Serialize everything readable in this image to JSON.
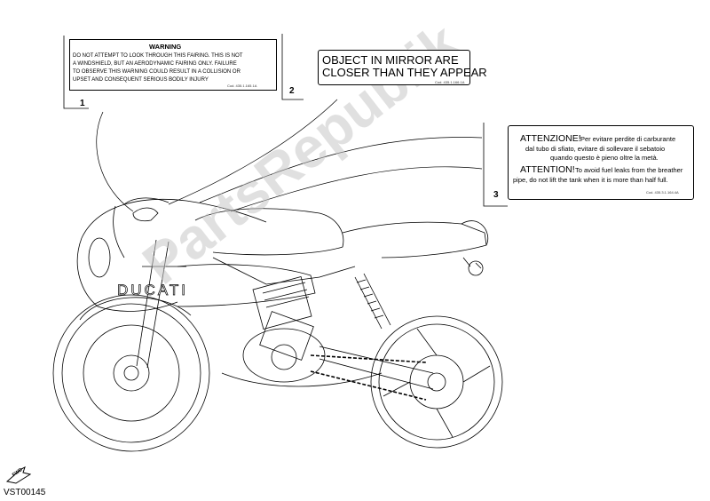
{
  "labels": [
    {
      "number": "1",
      "title": "WARNING",
      "lines": [
        "DO NOT ATTEMPT TO LOOK THROUGH THIS FAIRING. THIS IS NOT",
        "A WINDSHIELD, BUT AN AERODYNAMIC FAIRING ONLY. FAILURE",
        "TO OBSERVE THIS WARNING COULD RESULT IN A COLLISION OR",
        "UPSET AND CONSEQUENT SERIOUS BODILY INJURY"
      ],
      "code": "Cod. 435.1.165.1A"
    },
    {
      "number": "2",
      "lines": [
        "OBJECT IN MIRROR ARE",
        "CLOSER THAN THEY APPEAR"
      ],
      "code": "Cod. 435.1.166.1A"
    },
    {
      "number": "3",
      "it_head": "ATTENZIONE!",
      "it_lines": [
        "Per evitare perdite di carburante",
        "dal tubo di sfiato, evitare di sollevare il sebatoio",
        "quando questo è pieno oltre la metà."
      ],
      "en_head": "ATTENTION!",
      "en_lines": [
        "To avoid fuel leaks from the breather",
        "pipe, do not lift the tank when it is more than half full."
      ],
      "code": "Cod. 435.3.1.164.4A"
    }
  ],
  "fairing_brand": "DUCATI",
  "watermark": "PartsRepublik",
  "fwd_label": "FWD",
  "drawing_code": "VST00145",
  "colors": {
    "line": "#000000",
    "watermark": "#c8c8c8"
  }
}
